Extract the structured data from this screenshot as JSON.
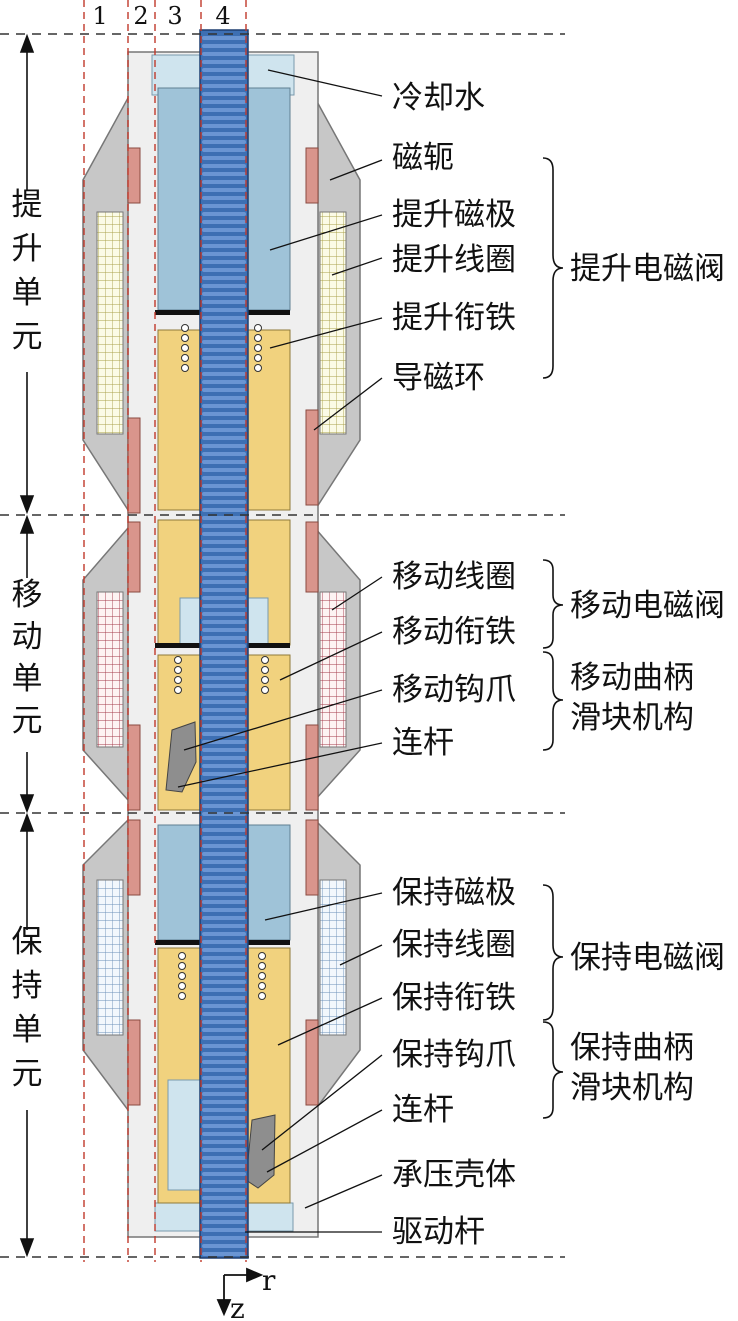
{
  "column_numbers": [
    "1",
    "2",
    "3",
    "4"
  ],
  "units": [
    "提升单元",
    "移动单元",
    "保持单元"
  ],
  "part_labels": [
    "冷却水",
    "磁轭",
    "提升磁极",
    "提升线圈",
    "提升衔铁",
    "导磁环",
    "移动线圈",
    "移动衔铁",
    "移动钩爪",
    "连杆",
    "保持磁极",
    "保持线圈",
    "保持衔铁",
    "保持钩爪",
    "连杆",
    "承压壳体",
    "驱动杆"
  ],
  "groups": [
    {
      "lines": [
        "提升电磁阀"
      ]
    },
    {
      "lines": [
        "移动电磁阀"
      ]
    },
    {
      "lines": [
        "移动曲柄",
        "滑块机构"
      ]
    },
    {
      "lines": [
        "保持电磁阀"
      ]
    },
    {
      "lines": [
        "保持曲柄",
        "滑块机构"
      ]
    }
  ],
  "axes": {
    "r": "r",
    "z": "z"
  },
  "colors": {
    "housing": "#c7c7c7",
    "shell": "#efefef",
    "water": "#cfe4ee",
    "pole": "#9fc3d8",
    "armature": "#f1d27e",
    "rod": "#3d6fb3",
    "magnet_ring": "#d9958c",
    "coil_lift": "#e7e29c",
    "coil_move": "#b55060",
    "coil_hold": "#7fa3c8",
    "guide_red": "#c0392b"
  }
}
